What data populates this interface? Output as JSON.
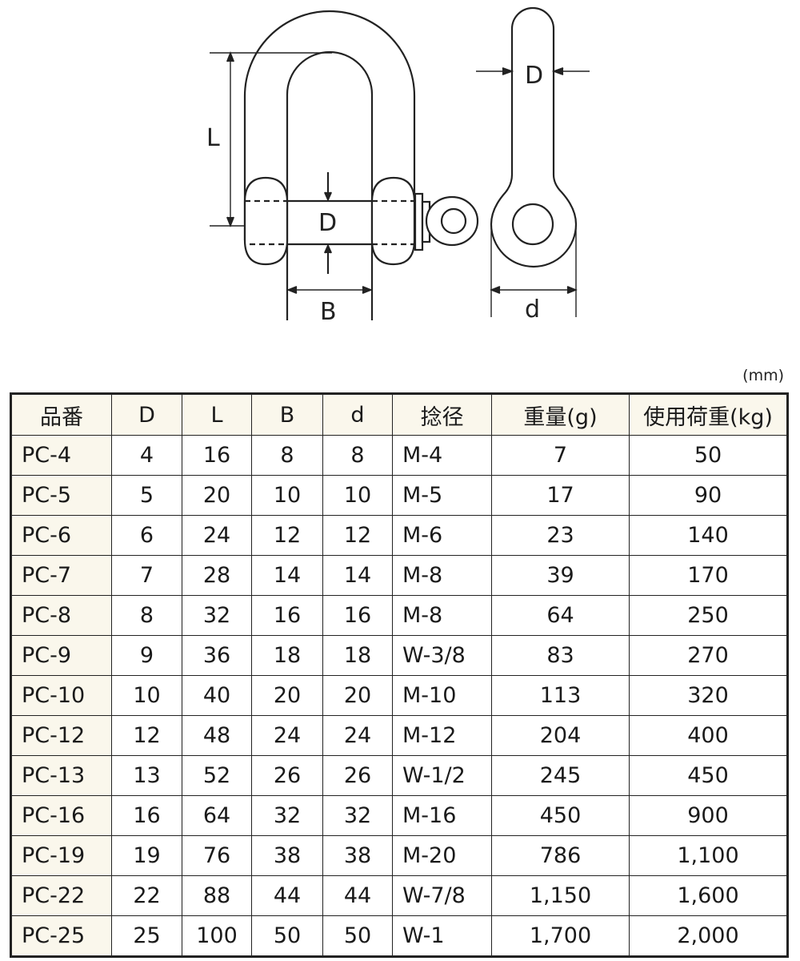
{
  "diagram": {
    "front_view_labels": {
      "L": "L",
      "D": "D",
      "B": "B"
    },
    "side_view_labels": {
      "D": "D",
      "d": "d"
    }
  },
  "unit_note": "(mm)",
  "table": {
    "headers": [
      "品番",
      "D",
      "L",
      "B",
      "d",
      "捻径",
      "重量(g)",
      "使用荷重(kg)"
    ],
    "rows": [
      [
        "PC-4",
        "4",
        "16",
        "8",
        "8",
        "M-4",
        "7",
        "50"
      ],
      [
        "PC-5",
        "5",
        "20",
        "10",
        "10",
        "M-5",
        "17",
        "90"
      ],
      [
        "PC-6",
        "6",
        "24",
        "12",
        "12",
        "M-6",
        "23",
        "140"
      ],
      [
        "PC-7",
        "7",
        "28",
        "14",
        "14",
        "M-8",
        "39",
        "170"
      ],
      [
        "PC-8",
        "8",
        "32",
        "16",
        "16",
        "M-8",
        "64",
        "250"
      ],
      [
        "PC-9",
        "9",
        "36",
        "18",
        "18",
        "W-3/8",
        "83",
        "270"
      ],
      [
        "PC-10",
        "10",
        "40",
        "20",
        "20",
        "M-10",
        "113",
        "320"
      ],
      [
        "PC-12",
        "12",
        "48",
        "24",
        "24",
        "M-12",
        "204",
        "400"
      ],
      [
        "PC-13",
        "13",
        "52",
        "26",
        "26",
        "W-1/2",
        "245",
        "450"
      ],
      [
        "PC-16",
        "16",
        "64",
        "32",
        "32",
        "M-16",
        "450",
        "900"
      ],
      [
        "PC-19",
        "19",
        "76",
        "38",
        "38",
        "M-20",
        "786",
        "1,100"
      ],
      [
        "PC-22",
        "22",
        "88",
        "44",
        "44",
        "W-7/8",
        "1,150",
        "1,600"
      ],
      [
        "PC-25",
        "25",
        "100",
        "50",
        "50",
        "W-1",
        "1,700",
        "2,000"
      ]
    ]
  },
  "colors": {
    "header_bg": "#faf7ec",
    "line": "#222222"
  }
}
